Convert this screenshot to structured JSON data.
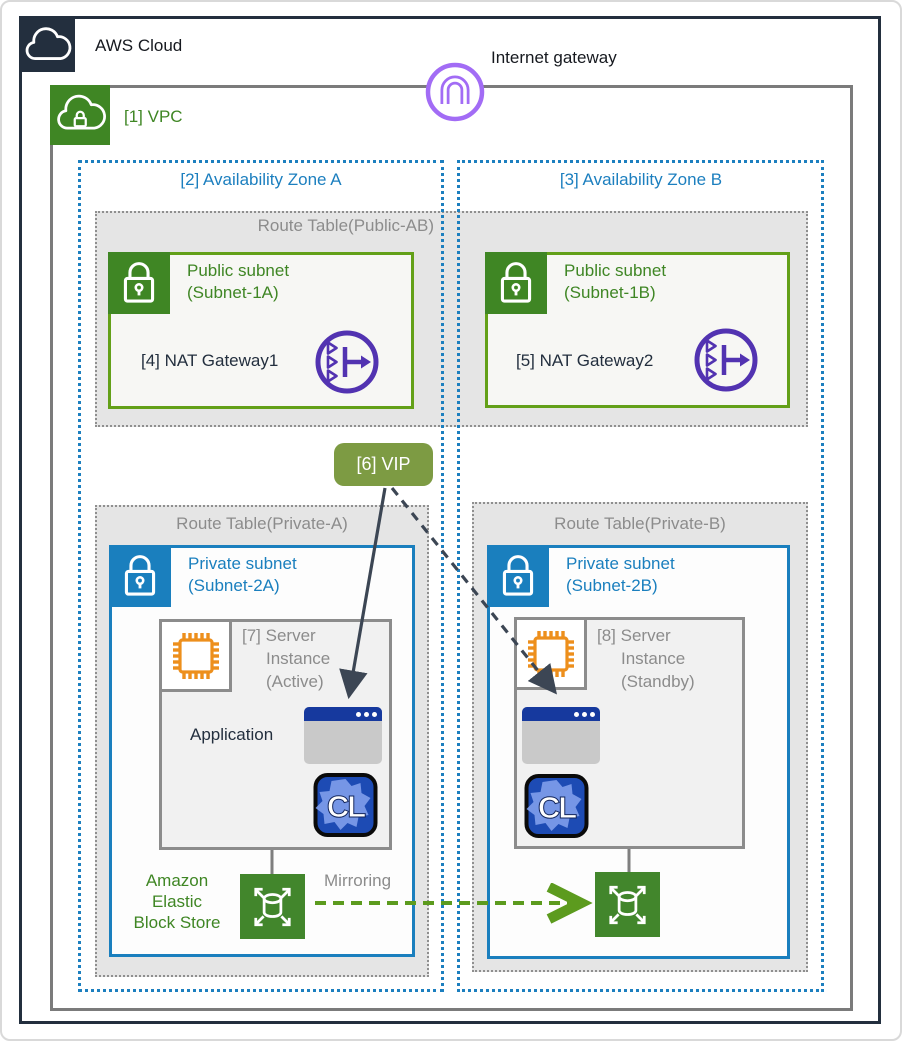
{
  "aws_cloud": {
    "label": "AWS Cloud",
    "border_color": "#232F3E"
  },
  "internet_gateway": {
    "label": "Internet gateway",
    "color": "#A26CF5"
  },
  "vpc": {
    "label": "[1] VPC",
    "color": "#3F8624",
    "border_color": "#7B7B7B"
  },
  "availability_zone_a": {
    "label": "[2] Availability Zone A",
    "color": "#1C7FBF"
  },
  "availability_zone_b": {
    "label": "[3] Availability Zone B",
    "color": "#1C7FBF"
  },
  "route_table_public": {
    "label": "Route Table(Public-AB)",
    "text_color": "#8C8C8C"
  },
  "route_table_private_a": {
    "label": "Route Table(Private-A)"
  },
  "route_table_private_b": {
    "label": "Route Table(Private-B)"
  },
  "public_subnet_1a": {
    "title": "Public subnet",
    "subtitle": "(Subnet-1A)",
    "border_color": "#63A018",
    "nat": {
      "label": "[4] NAT Gateway1",
      "icon_color": "#5233B1"
    }
  },
  "public_subnet_1b": {
    "title": "Public subnet",
    "subtitle": "(Subnet-1B)",
    "border_color": "#63A018",
    "nat": {
      "label": "[5] NAT Gateway2",
      "icon_color": "#5233B1"
    }
  },
  "vip": {
    "label": "[6] VIP",
    "bg_color": "#7D9B43"
  },
  "private_subnet_2a": {
    "title": "Private subnet",
    "subtitle": "(Subnet-2A)",
    "border_color": "#1A7FBE"
  },
  "private_subnet_2b": {
    "title": "Private subnet",
    "subtitle": "(Subnet-2B)",
    "border_color": "#1A7FBE"
  },
  "server_active": {
    "line1": "[7] Server",
    "line2": "Instance",
    "line3": "(Active)",
    "application_label": "Application",
    "cl_text": "CL"
  },
  "server_standby": {
    "line1": "[8] Server",
    "line2": "Instance",
    "line3": "(Standby)",
    "cl_text": "CL"
  },
  "ebs": {
    "line1": "Amazon",
    "line2": "Elastic",
    "line3": "Block Store",
    "color": "#3F8624"
  },
  "mirroring": {
    "label": "Mirroring",
    "arrow_color": "#5C9B1E"
  },
  "arrows": {
    "vip_to_active": "solid",
    "vip_to_standby": "dashed",
    "color": "#3C4654"
  }
}
